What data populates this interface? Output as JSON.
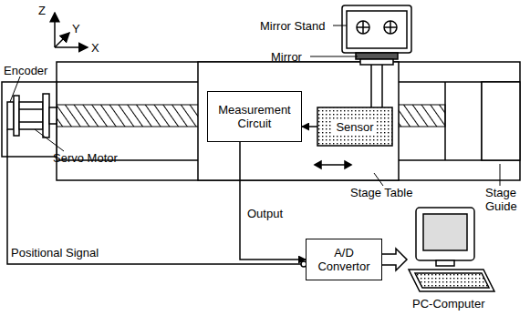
{
  "diagram": {
    "nodes": [
      {
        "text": [
          "Measurement Circuit"
        ]
      },
      {
        "text": [
          "Sensor"
        ]
      },
      {
        "text": [
          "A/D Convertor"
        ]
      }
    ],
    "edges": [
      {
        "from": 1,
        "to": 0,
        "arrow": "to"
      },
      {
        "from": 0,
        "to": 2,
        "arrow": "to",
        "label": "Output"
      }
    ],
    "labels": [
      "Z",
      "Y",
      "X",
      "Mirror Stand",
      "Mirror",
      "Encoder",
      "Servo Motor",
      "Stage Table",
      "Stage Guide",
      "Positional Signal",
      "PC-Computer"
    ]
  }
}
